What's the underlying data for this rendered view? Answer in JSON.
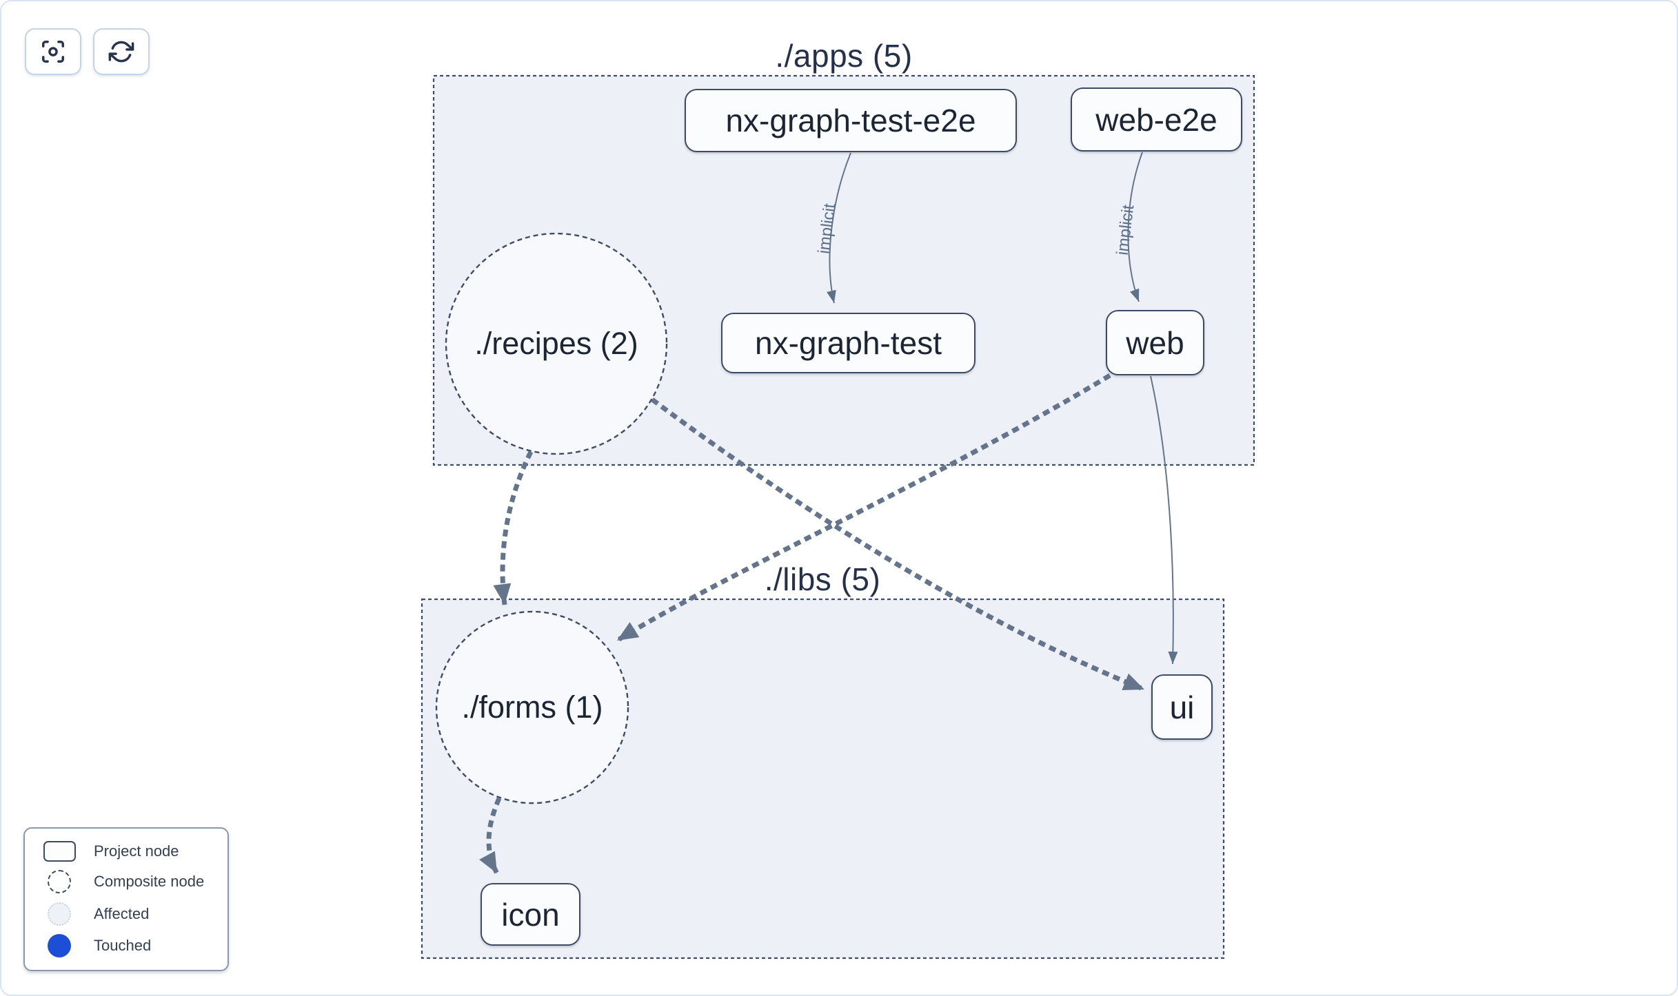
{
  "toolbar": {
    "buttons": [
      {
        "icon": "focus-icon"
      },
      {
        "icon": "refresh-icon"
      }
    ]
  },
  "graph": {
    "groups": [
      {
        "id": "apps",
        "title": "./apps (5)"
      },
      {
        "id": "libs",
        "title": "./libs (5)"
      }
    ],
    "composites": [
      {
        "label": "./recipes (2)"
      },
      {
        "label": "./forms (1)"
      }
    ],
    "projects": [
      {
        "label": "nx-graph-test-e2e"
      },
      {
        "label": "web-e2e"
      },
      {
        "label": "nx-graph-test"
      },
      {
        "label": "web"
      },
      {
        "label": "ui"
      },
      {
        "label": "icon"
      }
    ],
    "edges": [
      {
        "from": "nx-graph-test-e2e",
        "to": "nx-graph-test",
        "type": "implicit",
        "label": "implicit"
      },
      {
        "from": "web-e2e",
        "to": "web",
        "type": "implicit",
        "label": "implicit"
      },
      {
        "from": "web",
        "to": "ui",
        "type": "direct"
      },
      {
        "from": "./recipes",
        "to": "./forms",
        "type": "composite"
      },
      {
        "from": "./recipes",
        "to": "ui",
        "type": "composite"
      },
      {
        "from": "web",
        "to": "./forms",
        "type": "composite"
      },
      {
        "from": "./forms",
        "to": "icon",
        "type": "composite"
      }
    ]
  },
  "legend": {
    "items": [
      {
        "icon": "project-node-icon",
        "label": "Project node"
      },
      {
        "icon": "composite-node-icon",
        "label": "Composite node"
      },
      {
        "icon": "affected-icon",
        "label": "Affected"
      },
      {
        "icon": "touched-icon",
        "label": "Touched"
      }
    ]
  },
  "colors": {
    "touched_blue": "#1d4ed8",
    "group_fill": "#edf1f7",
    "edge_slate": "#64748b",
    "node_border": "#3d4a66"
  }
}
